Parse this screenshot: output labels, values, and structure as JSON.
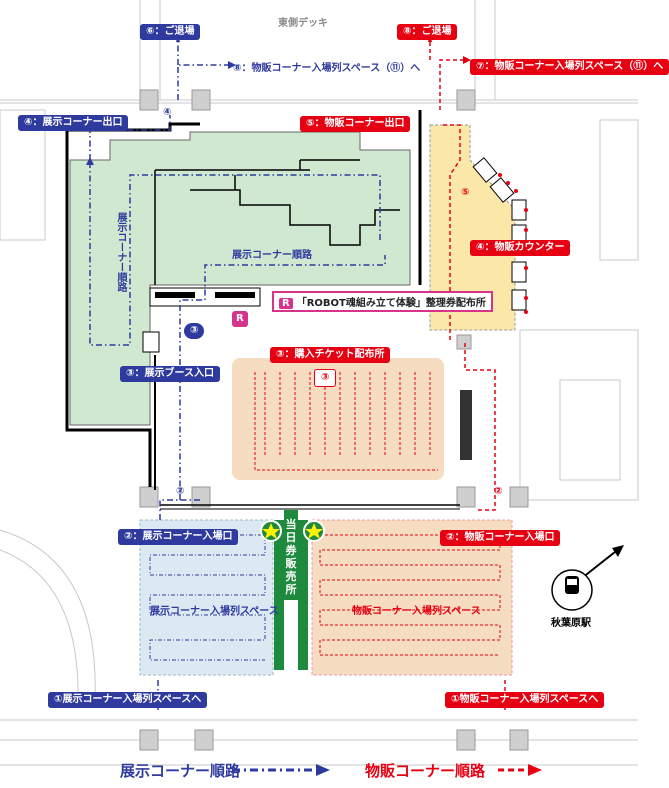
{
  "top": {
    "deck_label": "東側デッキ"
  },
  "exhibit": {
    "gather_6": "⑥：ご退場",
    "queue_to_1": "⑧：物販コーナー入場列スペース（⑪）へ",
    "exit_4": "④：展示コーナー出口",
    "route_label": "展示コーナー順路",
    "route_vertical": "展示コーナー順路",
    "booth_entrance_3": "③：展示ブース入口",
    "entrance_2": "②：展示コーナー入場口",
    "queue_space": "展示コーナー入場列スペース",
    "to_queue_1": "①展示コーナー入場列スペースへ",
    "marker_3": "③",
    "marker_2": "②",
    "marker_4": "④"
  },
  "goods": {
    "gather_8": "⑧：ご退場",
    "queue_to_11": "⑦：物販コーナー入場列スペース（⑪）へ",
    "exit_5": "⑤：物販コーナー出口",
    "counter_4": "④：物販カウンター",
    "ticket_3": "③：購入チケット配布所",
    "entrance_2": "②：物販コーナー入場口",
    "queue_space": "物販コーナー入場列スペース",
    "to_queue_1": "①物販コーナー入場列スペースへ",
    "marker_3": "③",
    "marker_2": "②",
    "marker_5": "⑤"
  },
  "robot": {
    "badge": "R",
    "label": "「ROBOT魂組み立て体験」整理券配布所"
  },
  "ticket_booth": {
    "text": "当日券販売所"
  },
  "station": {
    "label": "秋葉原駅"
  },
  "legend": {
    "exhibit_route": "展示コーナー順路",
    "goods_route": "物販コーナー順路"
  },
  "colors": {
    "exhibit": "#2f3a9e",
    "goods": "#e60012",
    "green_area": "#cfe8cf",
    "yellow_area": "#fbe7a8",
    "peach_area": "#f6dcc0",
    "blue_queue": "#dce9f3"
  }
}
